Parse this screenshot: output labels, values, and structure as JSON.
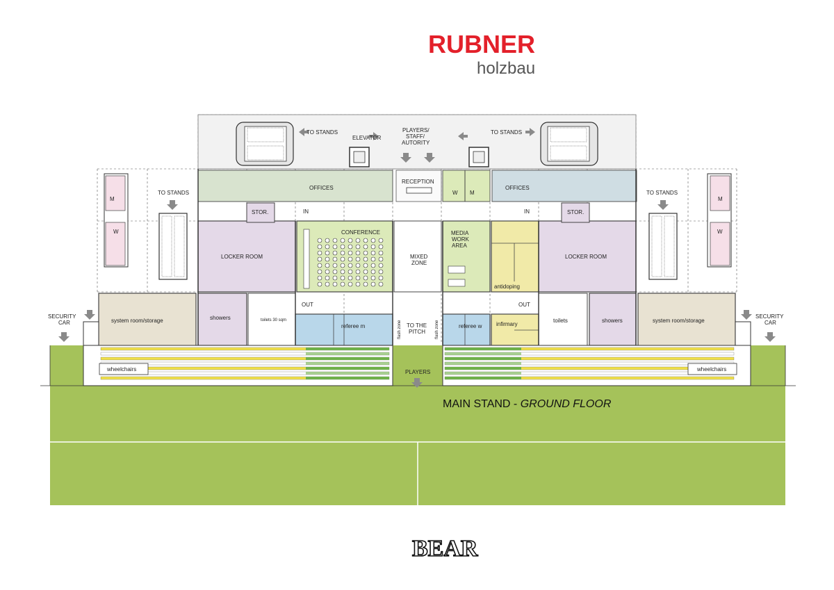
{
  "brand": {
    "name": "RUBNER",
    "sub": "holzbau",
    "color": "#e3202a",
    "sub_color": "#555555"
  },
  "title": {
    "main": "MAIN STAND - ",
    "italic": "GROUND FLOOR"
  },
  "footer_logo": "BEAR",
  "colors": {
    "pitch": "#a5c25a",
    "locker": "#e4d9e8",
    "offices_left": "#d8e3cf",
    "offices_right": "#cfdde3",
    "conference": "#dceab9",
    "referee": "#b9d7ea",
    "medical": "#f1eaa8",
    "storage": "#e8e2d2",
    "seat_yellow": "#f0e04a",
    "seat_green": "#6fb04a"
  },
  "labels": {
    "to_stands_top_left": "TO STANDS",
    "to_stands_top_right": "TO STANDS",
    "elevator": "ELEVATOR",
    "players_staff_l1": "PLAYERS/",
    "players_staff_l2": "STAFF/",
    "players_staff_l3": "AUTORITY",
    "reception": "RECEPTION",
    "offices_left": "OFFICES",
    "offices_right": "OFFICES",
    "to_stands_side_left": "TO STANDS",
    "to_stands_side_right": "TO STANDS",
    "stor_left": "STOR.",
    "stor_right": "STOR.",
    "in_left": "IN",
    "in_right": "IN",
    "out_left": "OUT",
    "out_right": "OUT",
    "locker_left": "LOCKER ROOM",
    "locker_right": "LOCKER ROOM",
    "conference": "CONFERENCE",
    "mixed_zone_l1": "MIXED",
    "mixed_zone_l2": "ZONE",
    "media_l1": "MEDIA",
    "media_l2": "WORK",
    "media_l3": "AREA",
    "antidoping": "antidoping",
    "system_left": "system room/storage",
    "system_right": "system room/storage",
    "showers_left": "showers",
    "showers_right": "showers",
    "toilets_left": "toilets 30 sqm",
    "toilets_right": "toilets",
    "referee_m": "referee m",
    "referee_w": "referee w",
    "flash_zone_left": "flash zone",
    "flash_zone_right": "flash zone",
    "to_pitch_l1": "TO THE",
    "to_pitch_l2": "PITCH",
    "infirmary": "infirmary",
    "security_left_l1": "SECURITY",
    "security_left_l2": "CAR",
    "security_right_l1": "SECURITY",
    "security_right_l2": "CAR",
    "wheelchairs_left": "wheelchairs",
    "wheelchairs_right": "wheelchairs",
    "players": "PLAYERS",
    "w": "W",
    "m": "M"
  }
}
